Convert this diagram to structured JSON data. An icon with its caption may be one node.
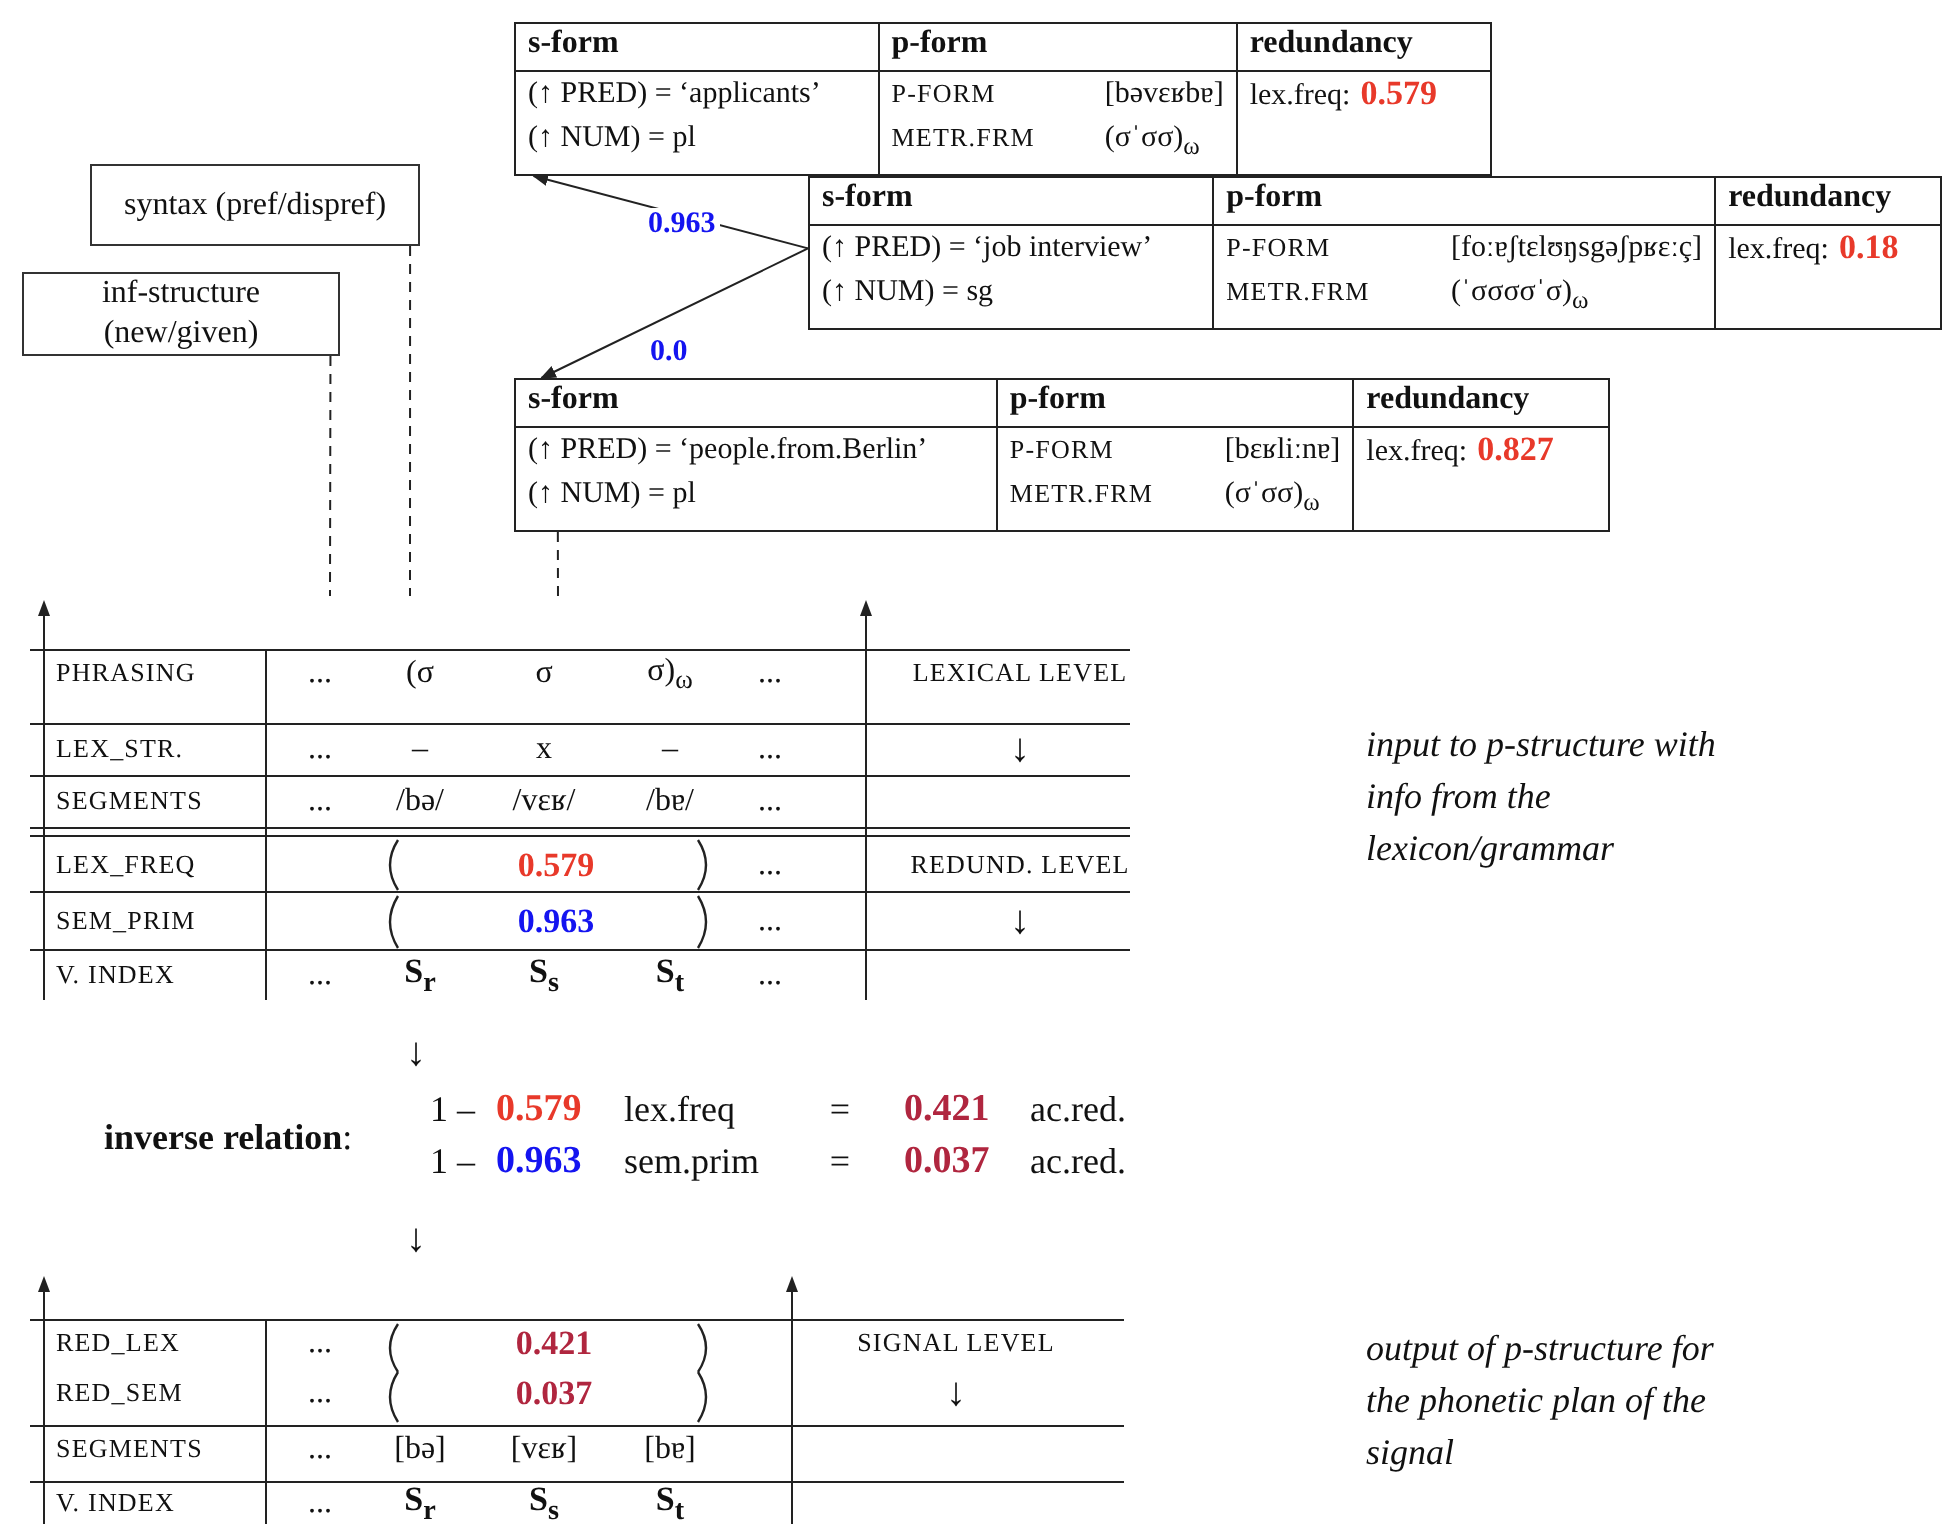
{
  "diagram": {
    "nodes": [
      {
        "text": [
          "s-form",
          "p-form",
          "redundancy",
          "(↑ PRED) = ‘applicants’",
          "(↑ NUM) = pl",
          "P-FORM",
          "[bəvɛʁbɐ]",
          "METR.FRM",
          "(σˈσσ)$_{ω}$",
          "lex.freq:",
          "0.579"
        ]
      },
      {
        "text": [
          "syntax (pref/dispref)"
        ]
      },
      {
        "text": [
          "s-form",
          "p-form",
          "redundancy",
          "(↑ PRED) = ‘job interview’",
          "(↑ NUM) = sg",
          "P-FORM",
          "[foːɐʃtɛlʊŋsgəʃpʁɛːç]",
          "METR.FRM",
          "(ˈσσσσˈσ)$_{ω}$",
          "lex.freq:",
          "0.18"
        ]
      },
      {
        "text": [
          "inf-structure (new/given)"
        ]
      },
      {
        "text": [
          "s-form",
          "p-form",
          "redundancy",
          "(↑ PRED) = ‘people.from.Berlin’",
          "(↑ NUM) = pl",
          "P-FORM",
          "[bɛʁliːnɐ]",
          "METR.FRM",
          "(σˈσσ)$_{ω}$",
          "lex.freq:",
          "0.827"
        ]
      }
    ],
    "edges": [
      {
        "from": 2,
        "to": 0,
        "arrow": "to",
        "label": "0.963"
      },
      {
        "from": 2,
        "to": 4,
        "arrow": "to",
        "label": "0.0"
      },
      {
        "from": 1,
        "to": null,
        "arrow": "none",
        "style": "dashed"
      },
      {
        "from": 3,
        "to": null,
        "arrow": "none",
        "style": "dashed"
      },
      {
        "from": 4,
        "to": null,
        "arrow": "none",
        "style": "dashed"
      }
    ],
    "labels": [
      "PHRASING",
      "...",
      "(σ",
      "σ",
      "σ)$_{ω}$",
      "...",
      "LEXICAL LEVEL",
      "LEX_STR.",
      "...",
      "–",
      "x",
      "–",
      "...",
      "↓",
      "SEGMENTS",
      "...",
      "/bə/",
      "/vɛʁ/",
      "/bɐ/",
      "...",
      "LEX_FREQ",
      "0.579",
      "...",
      "REDUND. LEVEL",
      "SEM_PRIM",
      "0.963",
      "...",
      "↓",
      "V. INDEX",
      "...",
      "S$_{r}$",
      "S$_{s}$",
      "S$_{t}$",
      "...",
      "input to p-structure with info from the lexicon/grammar",
      "↓",
      "**inverse relation**:",
      "1 –",
      "0.579",
      "lex.freq",
      "=",
      "0.421",
      "ac.red.",
      "1 –",
      "0.963",
      "sem.prim",
      "=",
      "0.037",
      "ac.red.",
      "↓",
      "RED_LEX",
      "...",
      "0.421",
      "SIGNAL LEVEL",
      "RED_SEM",
      "...",
      "0.037",
      "↓",
      "SEGMENTS",
      "...",
      "[bə]",
      "[vɛʁ]",
      "[bɐ]",
      "V. INDEX",
      "...",
      "S$_{r}$",
      "S$_{s}$",
      "S$_{t}$",
      "output of p-structure for the phonetic plan of the signal"
    ]
  }
}
